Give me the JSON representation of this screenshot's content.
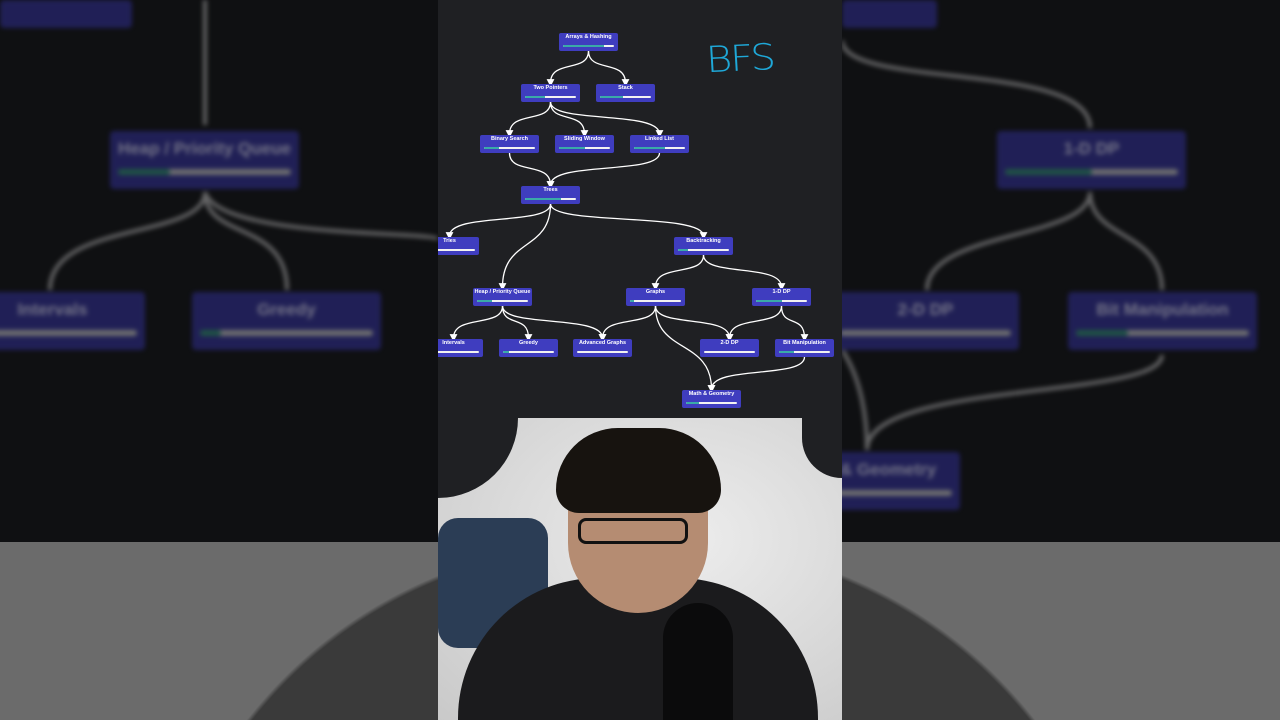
{
  "annotation": "BFS",
  "colors": {
    "background": "#1f2023",
    "node": "#3f3dbf",
    "progress_fill": "#3aaaa8",
    "progress_track": "#f2f2f2",
    "edge": "#ffffff",
    "annotation": "#1fa8d8"
  },
  "nodes": [
    {
      "id": "arrays",
      "label": "Arrays & Hashing",
      "progress": 0.8
    },
    {
      "id": "two_pointers",
      "label": "Two Pointers",
      "progress": 0.4
    },
    {
      "id": "stack",
      "label": "Stack",
      "progress": 0.45
    },
    {
      "id": "binary_search",
      "label": "Binary Search",
      "progress": 0.3
    },
    {
      "id": "sliding_window",
      "label": "Sliding Window",
      "progress": 0.5
    },
    {
      "id": "linked_list",
      "label": "Linked List",
      "progress": 0.6
    },
    {
      "id": "trees",
      "label": "Trees",
      "progress": 0.7
    },
    {
      "id": "tries",
      "label": "Tries",
      "progress": 0
    },
    {
      "id": "backtracking",
      "label": "Backtracking",
      "progress": 0.2
    },
    {
      "id": "heap",
      "label": "Heap / Priority Queue",
      "progress": 0.3
    },
    {
      "id": "graphs",
      "label": "Graphs",
      "progress": 0.08
    },
    {
      "id": "dp1",
      "label": "1-D DP",
      "progress": 0.5
    },
    {
      "id": "intervals",
      "label": "Intervals",
      "progress": 0
    },
    {
      "id": "greedy",
      "label": "Greedy",
      "progress": 0.12
    },
    {
      "id": "adv_graphs",
      "label": "Advanced Graphs",
      "progress": 0
    },
    {
      "id": "dp2",
      "label": "2-D DP",
      "progress": 0
    },
    {
      "id": "bit",
      "label": "Bit Manipulation",
      "progress": 0.3
    },
    {
      "id": "math",
      "label": "Math & Geometry",
      "progress": 0.25
    }
  ],
  "edges": [
    [
      "arrays",
      "two_pointers"
    ],
    [
      "arrays",
      "stack"
    ],
    [
      "two_pointers",
      "binary_search"
    ],
    [
      "two_pointers",
      "sliding_window"
    ],
    [
      "two_pointers",
      "linked_list"
    ],
    [
      "binary_search",
      "trees"
    ],
    [
      "linked_list",
      "trees"
    ],
    [
      "trees",
      "tries"
    ],
    [
      "trees",
      "heap"
    ],
    [
      "trees",
      "backtracking"
    ],
    [
      "backtracking",
      "graphs"
    ],
    [
      "backtracking",
      "dp1"
    ],
    [
      "heap",
      "intervals"
    ],
    [
      "heap",
      "greedy"
    ],
    [
      "heap",
      "adv_graphs"
    ],
    [
      "graphs",
      "adv_graphs"
    ],
    [
      "graphs",
      "dp2"
    ],
    [
      "graphs",
      "math"
    ],
    [
      "dp1",
      "dp2"
    ],
    [
      "dp1",
      "bit"
    ],
    [
      "bit",
      "math"
    ]
  ]
}
